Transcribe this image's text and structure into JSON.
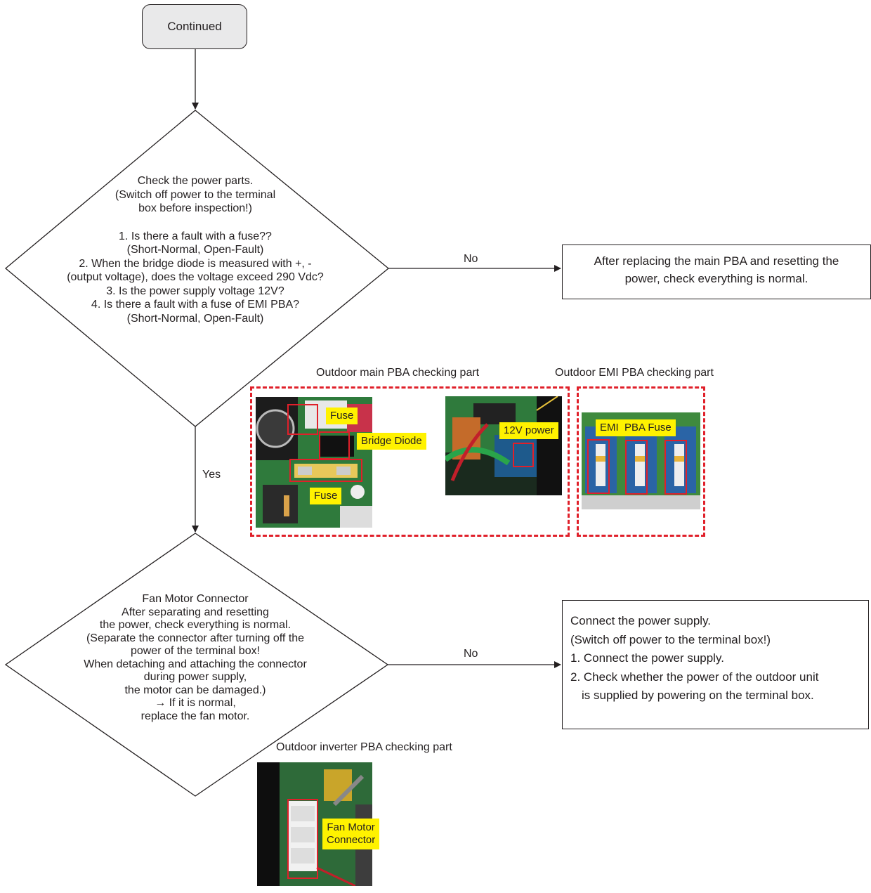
{
  "start": {
    "label": "Continued"
  },
  "decision1": {
    "header": [
      "Check the power parts.",
      "(Switch off power to the terminal",
      "box before inspection!)"
    ],
    "items": [
      "1. Is there a fault with a fuse??",
      "(Short-Normal, Open-Fault)",
      "2. When the bridge diode is measured with +, -",
      "(output voltage), does the voltage exceed 290 Vdc?",
      "3. Is the power supply voltage 12V?",
      "4. Is there a fault with a fuse of EMI PBA?",
      "(Short-Normal, Open-Fault)"
    ],
    "no_label": "No",
    "yes_label": "Yes"
  },
  "result1": {
    "lines": [
      "After replacing the main PBA and resetting the",
      "power, check everything is normal."
    ]
  },
  "photos_main": {
    "caption": "Outdoor main PBA checking part",
    "tags": {
      "fuse_top": "Fuse",
      "bridge_diode": "Bridge Diode",
      "fuse_bottom": "Fuse",
      "power_12v": "12V power"
    }
  },
  "photos_emi": {
    "caption": "Outdoor EMI PBA checking part",
    "tags": {
      "emi_fuse": "EMI  PBA Fuse"
    }
  },
  "decision2": {
    "lines": [
      "Fan Motor Connector",
      "After separating and resetting",
      "the power, check everything is normal.",
      "(Separate the connector after turning off the",
      "power of the terminal box!",
      "When detaching and attaching the connector",
      "during power supply,",
      "the motor can be damaged.)",
      "→ If it is normal,",
      "replace the fan motor."
    ],
    "no_label": "No"
  },
  "result2": {
    "lines": [
      "Connect the power supply.",
      "(Switch off power to the terminal box!)",
      "1. Connect the power supply.",
      "2. Check whether the power of the outdoor unit",
      "is supplied by powering on the terminal box."
    ]
  },
  "photos_inverter": {
    "caption": "Outdoor inverter PBA checking part",
    "tags": {
      "fan_connector_1": "Fan Motor",
      "fan_connector_2": "Connector"
    }
  },
  "colors": {
    "highlight_red": "#e0202a",
    "tag_yellow": "#fff200",
    "start_fill": "#e9e9ea"
  }
}
